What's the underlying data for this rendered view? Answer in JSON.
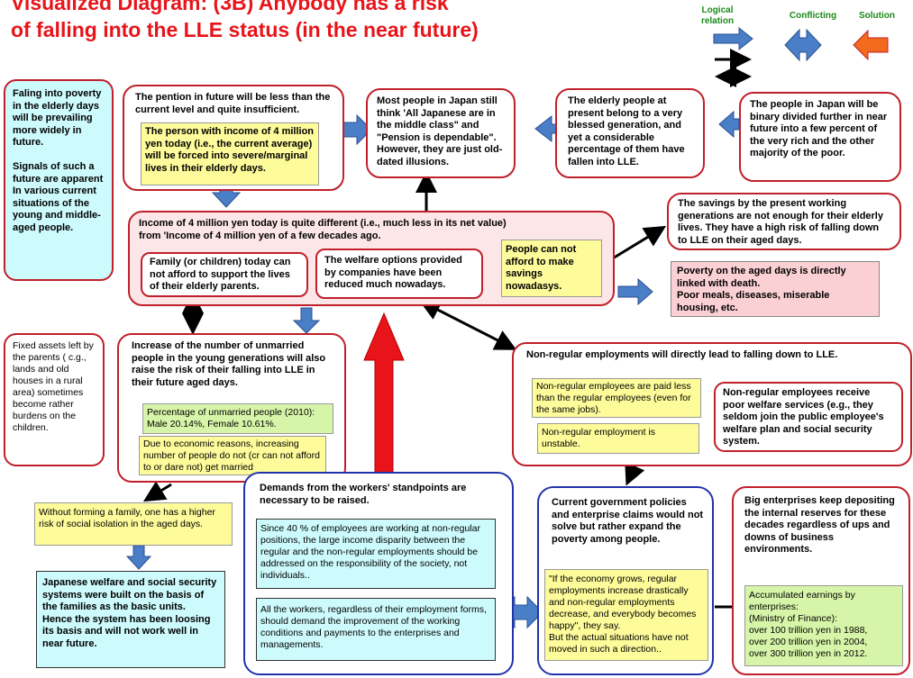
{
  "title": "Visualized Diagram: (3B) Anybody has a risk\nof falling into the LLE  status (in the near future)",
  "legend": {
    "logical": "Logical\nrelation",
    "conflicting": "Conflicting",
    "solution": "Solution"
  },
  "colors": {
    "red_border": "#c0202a",
    "blue_border": "#2233aa",
    "yellow": "#fdfb9a",
    "green": "#d6f5a8",
    "cyan": "#cdfafc",
    "pink": "#fbd0d4",
    "arrow_blue": "#4a7fc8",
    "arrow_red": "#e8141a",
    "title_red": "#e8141a",
    "legend_green": "#1a8a1a"
  },
  "boxes": {
    "falling_poverty": "Faling into poverty in the elderly days will be prevailing more widely in future.\n\nSignals of such a future are apparent  In various current situations of the young and middle-aged people.",
    "pension_future": "The pention in future will be less than the current level and quite insufficient.",
    "pension_detail": "The person with income of 4 million yen today (i.e., the current average)  will be forced into severe/marginal lives in their elderly days.",
    "middle_class": "Most people in Japan still think 'All Japanese are in the middle class\" and \"Pension is dependable\".  However, they are just old-dated illusions.",
    "elderly_present": "The elderly people at present belong to a very blessed generation,  and yet a considerable percentage of them have fallen into LLE.",
    "binary_divided": "The people in Japan will be binary divided further in near future into  a few percent of the very rich and the other majority of the poor.",
    "savings": "The savings by the present working generations  are not enough for their elderly  lives.  They have a high risk of falling down to LLE on their aged days.",
    "poverty_death": "Poverty on the aged days is directly linked with death.\nPoor meals, diseases, miserable housing, etc.",
    "income_main": "Income of 4 million  yen today is quite different (i.e., much less in its net value)\nfrom 'Income of 4 million yen of a few decades ago.",
    "family": "Family  (or children) today can not afford to support the lives of their elderly parents.",
    "welfare_options": "The welfare options provided by companies have been reduced much nowadays.",
    "cannot_save": "People can not afford to make savings nowadasys.",
    "fixed_assets": "Fixed assets left by the parents ( c.g., lands and old houses in a rural area) sometimes become rather burdens on the children.",
    "unmarried": "Increase of the number of unmarried people in the young generations will also raise the risk of their falling into LLE in their future aged days.",
    "unmarried_pct": "Percentage of unmarried people (2010):\n     Male   20.14%,  Female 10.61%.",
    "economic_reasons": "Due to economic reasons, increasing number of people do not (cr can not afford to or dare not) get married",
    "non_regular_main": "Non-regular employments  will directly lead to falling down to LLE.",
    "non_regular_paid": "Non-regular employees are paid less than the regular employees (even for the same jobs).",
    "non_regular_unstable": "Non-regular employment is unstable.",
    "non_regular_welfare": "Non-regular employees receive poor welfare services (e.g., they seldom join the public employee's  welfare plan and social security system.",
    "social_isolation": "Without forming a family, one has a higher risk of social isolation in the aged days.",
    "welfare_systems": "Japanese welfare and social security systems were built on the basis of the families as the basic units.\nHence the system has been loosing its basis and will not work well in near future.",
    "demands": "Demands from the workers' standpoints are necessary to be raised.",
    "demand1": "Since 40 % of employees are working at non-regular positions, the large income disparity between the regular and the non-regular employments should be addressed on the responsibility of the society, not individuals..",
    "demand2": "All the workers, regardless of their employment forms, should demand the improvement of the working conditions and payments to the enterprises and managements.",
    "govt": "Current government policies and enterprise claims would not solve but rather expand the poverty among people.",
    "govt_quote": "\"If the economy grows, regular employments  increase drastically and non-regular employments decrease, and everybody becomes happy\",  they say.\nBut the actual situations have not moved in such a direction..",
    "big_enterprises": "Big enterprises  keep depositing  the internal reserves for these decades regardless of ups and downs of business environments.",
    "accumulated": "Accumulated earnings by enterprises:\n(Ministry of Finance):\n   over 100 trillion yen in 1988,\n   over  200 trillion yen in 2004,\n   over 300 trillion yen in 2012."
  }
}
